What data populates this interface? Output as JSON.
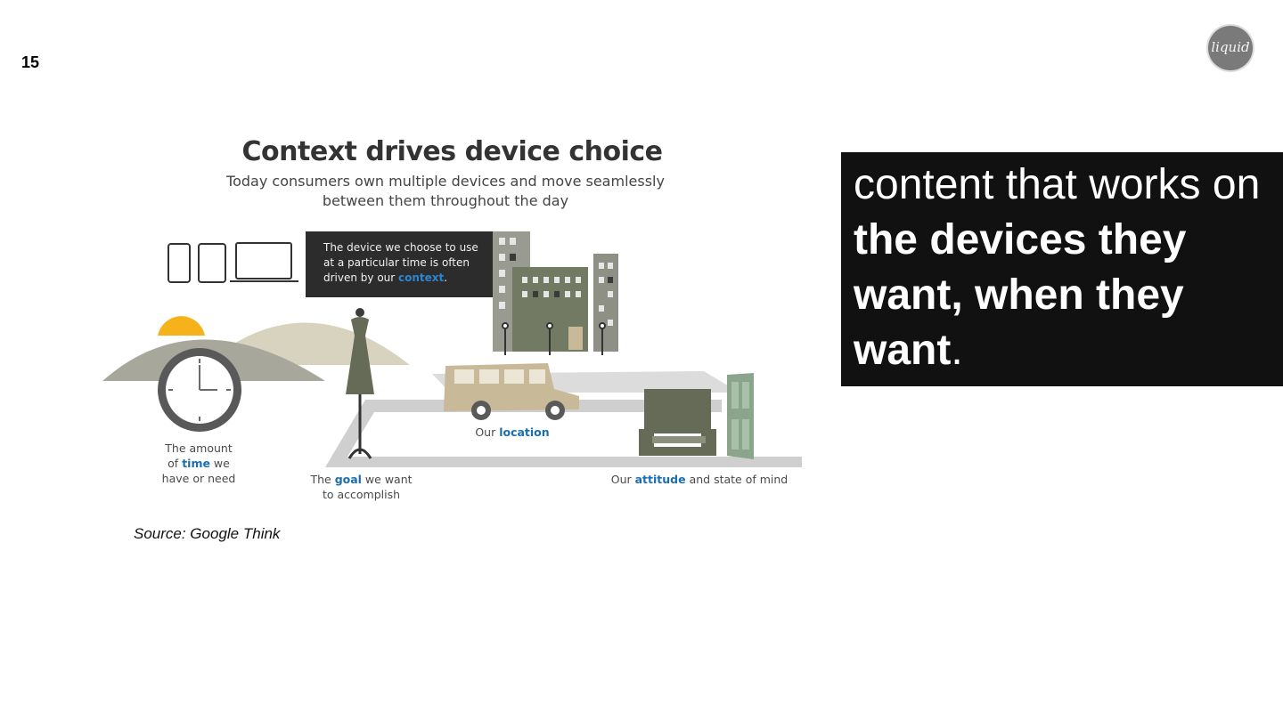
{
  "slide": {
    "number": "15"
  },
  "logo": {
    "text": "liquid"
  },
  "infographic": {
    "title": "Context drives device choice",
    "subtitle": "Today consumers own multiple devices and move seamlessly between them throughout the day",
    "callout": {
      "pre": "The device we choose to use at a particular time is often driven by our ",
      "keyword": "context",
      "post": "."
    },
    "time_label": {
      "line1": "The amount",
      "pre": "of ",
      "keyword": "time",
      "post": " we",
      "line3": "have or need"
    },
    "goal_label": {
      "pre": "The ",
      "keyword": "goal",
      "post": " we want",
      "line2": "to accomplish"
    },
    "location_label": {
      "pre": "Our ",
      "keyword": "location"
    },
    "attitude_label": {
      "pre": "Our ",
      "keyword": "attitude",
      "post": " and state of mind"
    }
  },
  "source": "Source: Google Think",
  "quote": {
    "line1": "content that works on",
    "bold": "the devices they want, when they want",
    "end": "."
  },
  "colors": {
    "keyword_blue": "#1a6fb0",
    "quote_bg": "#111111",
    "sun": "#f5b21b",
    "moon": "#cfe0d9",
    "building": "#737a63",
    "van": "#c8b998"
  }
}
